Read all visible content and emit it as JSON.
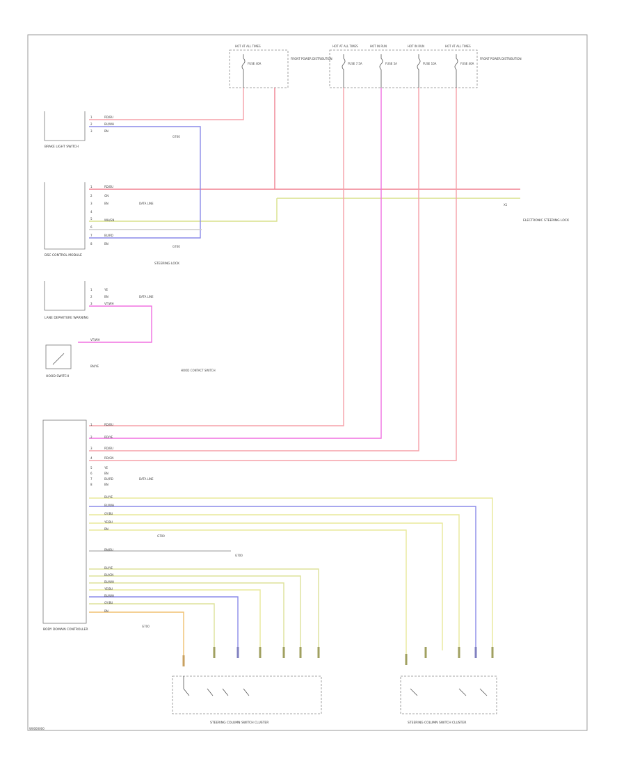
{
  "page": {
    "code": "W0000000"
  },
  "fuse_boxes": [
    {
      "id": "front_left",
      "caption": "FRONT POWER DISTRIBUTION",
      "fuses": [
        {
          "header": "HOT AT ALL TIMES",
          "fuse": "FUSE 40A"
        }
      ]
    },
    {
      "id": "front_right",
      "caption": "FRONT POWER DISTRIBUTION",
      "fuses": [
        {
          "header": "HOT AT ALL TIMES",
          "fuse": "FUSE 7.5A"
        },
        {
          "header": "HOT IN RUN",
          "fuse": "FUSE 5A"
        },
        {
          "header": "HOT IN RUN",
          "fuse": "FUSE 10A"
        },
        {
          "header": "HOT AT ALL TIMES",
          "fuse": "FUSE 40A"
        }
      ]
    }
  ],
  "components": {
    "brake_light": {
      "caption": "BRAKE LIGHT SWITCH"
    },
    "dsc": {
      "caption": "DSC CONTROL MODULE"
    },
    "lane": {
      "caption": "LANE DEPARTURE WARNING"
    },
    "hood": {
      "caption": "HOOD SWITCH"
    },
    "body": {
      "caption": "BODY DOMAIN CONTROLLER"
    },
    "elec_steer": {
      "caption": "ELECTRONIC STEERING LOCK"
    },
    "steer_lock": {
      "caption": "STEERING LOCK"
    },
    "sw_left": {
      "caption": "STEERING COLUMN SWITCH CLUSTER"
    },
    "sw_right": {
      "caption": "STEERING COLUMN SWITCH CLUSTER"
    }
  },
  "notes": {
    "ground_brake": "G700",
    "dsc_ground": "G700",
    "dsc_data": "DATA LINE",
    "lane_data": "DATA LINE",
    "hood_to": "HOOD CONTACT SWITCH",
    "body_data": "DATA LINE",
    "body_ground1": "G700",
    "body_ground2": "G700",
    "body_ground3": "G700",
    "elec_steer_conn": "X1"
  },
  "wires": {
    "w1": "RD/BU",
    "w2": "BU/WH",
    "w3": "BN",
    "w4": "RD/BU",
    "w5": "GN",
    "w6": "BN",
    "w7": "WH/GN",
    "w8": "BU/RD",
    "w9": "BN",
    "w10": "YE",
    "w11": "BN",
    "w12": "VT/WH",
    "w13": "VT/WH",
    "w14": "BN/YE",
    "w15": "RD/BU",
    "w16": "RD/YE",
    "w17": "RD/BU",
    "w18": "RD/GN",
    "w19": "YE",
    "w20": "BN",
    "w21": "BU/RD",
    "w22": "BN",
    "w23": "BU/YE",
    "w24": "BU/WH",
    "w25": "GY/BU",
    "w26": "YE/BU",
    "w27": "BN",
    "w28": "BN/BU",
    "w29": "BU/YE",
    "w30": "BU/GN",
    "w31": "BU/WH",
    "w32": "YE/BU",
    "w33": "BU/WH",
    "w34": "GY/BU",
    "w35": "BN"
  }
}
